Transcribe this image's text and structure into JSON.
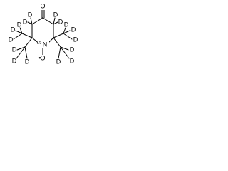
{
  "molecule": {
    "atoms": {
      "oxygen_ketone": "O",
      "nitrogen": "N",
      "nitrogen_isotope": "15",
      "oxygen_radical": "O",
      "radical_dot": "•"
    },
    "deuterium_label": "D"
  },
  "colors": {
    "bond": "#000000",
    "text": "#000000",
    "background": "#ffffff"
  }
}
